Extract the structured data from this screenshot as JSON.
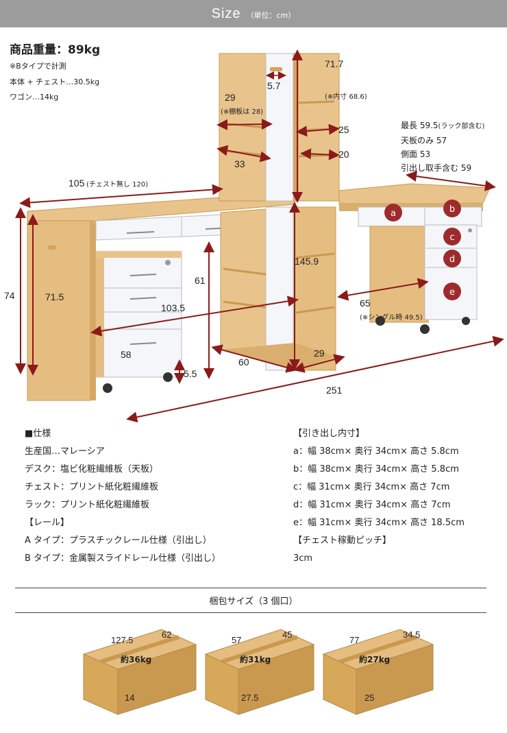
{
  "header": {
    "title": "Size",
    "unit": "（単位：cm）"
  },
  "weight": {
    "main": "商品重量：89kg",
    "note": "※Bタイプで計測",
    "body": "本体 + チェスト…30.5kg",
    "wagon": "ワゴン…14kg"
  },
  "dimensions": {
    "width": "105",
    "width_note": "(チェスト無し 120)",
    "height_total": "74",
    "height_inner": "71.5",
    "diag": "103.5",
    "under": "61",
    "chest_h": "58",
    "caster": "5.5",
    "rack_shelf": "29",
    "rack_shelf_note": "(※棚板は 28)",
    "rack_33": "33",
    "rack_top": "5.7",
    "rack_h": "71.7",
    "rack_h_note": "(※内寸 68.6)",
    "rack_25": "25",
    "rack_20": "20",
    "lower_rack": "145.9",
    "d60": "60",
    "d29": "29",
    "total": "251",
    "side_65": "65",
    "side_65_note": "(※シングル時 49.5)"
  },
  "side_dims": {
    "l1": "最長 59.5",
    "l1_note": "(ラック部含む)",
    "l2": "天板のみ 57",
    "l3": "側面 53",
    "l4": "引出し取手含む 59"
  },
  "drawer_letters": [
    "a",
    "b",
    "c",
    "d",
    "e"
  ],
  "spec": {
    "heading": "■仕様",
    "lines": [
      "生産国…マレーシア",
      "デスク：塩ビ化粧繊維板（天板）",
      "チェスト：プリント紙化粧繊維板",
      "ラック：プリント紙化粧繊維板",
      "【レール】",
      "A タイプ：プラスチックレール仕様（引出し）",
      "B タイプ：金属製スライドレール仕様（引出し）"
    ]
  },
  "drawers": {
    "heading": "【引き出し内寸】",
    "lines": [
      "a：幅 38cm× 奥行 34cm× 高さ 5.8cm",
      "b：幅 38cm× 奥行 34cm× 高さ 5.8cm",
      "c：幅 31cm× 奥行 34cm× 高さ 7cm",
      "d：幅 31cm× 奥行 34cm× 高さ 7cm",
      "e：幅 31cm× 奥行 34cm× 高さ 18.5cm"
    ],
    "pitch_heading": "【チェスト稼動ピッチ】",
    "pitch": "3cm"
  },
  "packages": {
    "title": "梱包サイズ（3 個口）",
    "boxes": [
      {
        "w": "127.5",
        "d": "62",
        "h": "14",
        "weight": "約36kg"
      },
      {
        "w": "57",
        "d": "45",
        "h": "27.5",
        "weight": "約31kg"
      },
      {
        "w": "77",
        "d": "34.5",
        "h": "25",
        "weight": "約27kg"
      }
    ]
  },
  "colors": {
    "header": "#9c9c9c",
    "wood": "#e8c48c",
    "wood_dark": "#c9994f",
    "white_panel": "#f4f6fa",
    "arrow": "#8b1a1a",
    "badge": "#9e2b2b",
    "box": "#d8a85a"
  }
}
